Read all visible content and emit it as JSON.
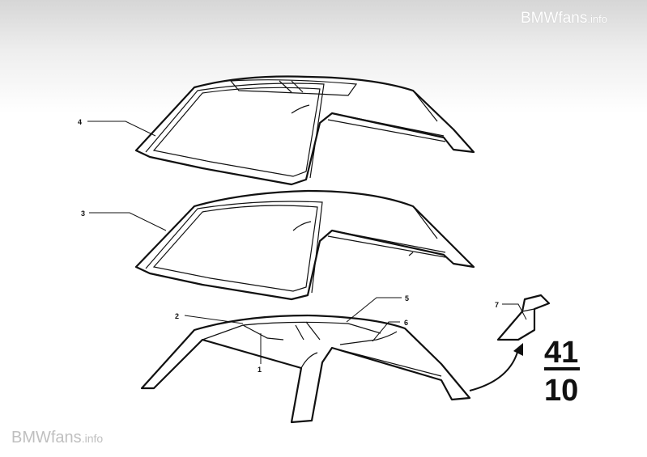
{
  "watermark": {
    "top": {
      "brand": "BMWfans",
      "suffix": ".info"
    },
    "bottom": {
      "brand": "BMWfans",
      "suffix": ".info"
    }
  },
  "callouts": {
    "part_1": "1",
    "part_2": "2",
    "part_3": "3",
    "part_4": "4",
    "part_5": "5",
    "part_6": "6",
    "part_7": "7"
  },
  "group": {
    "main": "41",
    "sub": "10"
  }
}
